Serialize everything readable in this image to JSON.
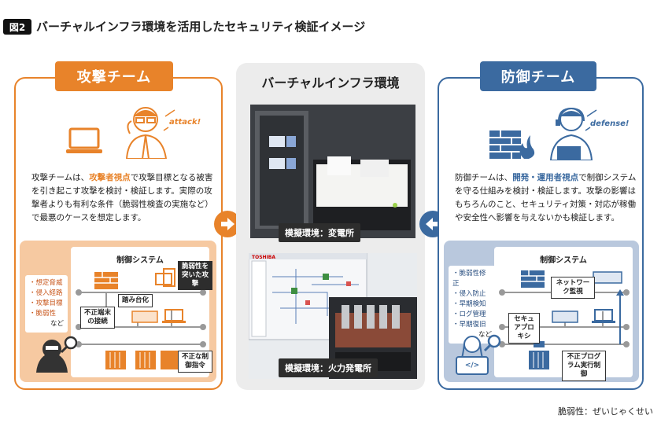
{
  "figure": {
    "badge": "図2",
    "title": "バーチャルインフラ環境を活用したセキュリティ検証イメージ"
  },
  "attack": {
    "label": "攻撃チーム",
    "bubble": "attack!",
    "text_pre": "攻撃チームは、",
    "text_hl": "攻撃者視点",
    "text_post": "で攻撃目標となる被害を引き起こす攻撃を検討・検証します。実際の攻撃者よりも有利な条件（脆弱性検査の実施など）で最悪のケースを想定します。",
    "control_title": "制御システム",
    "list": [
      "・想定脅威",
      "・侵入経路",
      "・攻撃目標",
      "・脆弱性"
    ],
    "list_suffix": "など",
    "tags": {
      "vuln": "脆弱性を突いた攻撃",
      "foothold": "踏み台化",
      "unauthorized_terminal": "不正端末の接続",
      "unauthorized_command": "不正な制御指令"
    }
  },
  "center": {
    "title": "バーチャルインフラ環境",
    "caption1": "模擬環境：変電所",
    "caption2": "模擬環境：火力発電所",
    "screen_brand": "TOSHIBA"
  },
  "defense": {
    "label": "防御チーム",
    "bubble": "defense!",
    "text_pre": "防御チームは、",
    "text_hl": "開発・運用者視点",
    "text_post": "で制御システムを守る仕組みを検討・検証します。攻撃の影響はもちろんのこと、セキュリティ対策・対応が稼働や安全性へ影響を与えないかも検証します。",
    "control_title": "制御システム",
    "list": [
      "・脆弱性修正",
      "・侵入防止",
      "・早期検知",
      "・ログ管理",
      "・早期復旧"
    ],
    "list_suffix": "など",
    "tags": {
      "network": "ネットワーク監視",
      "proxy": "セキュアプロキシ",
      "program": "不正プログラム実行制御"
    },
    "code_icon": "</>"
  },
  "note": "脆弱性：ぜいじゃくせい",
  "colors": {
    "attack": "#e8832a",
    "defense": "#3b6aa0",
    "center_bg": "#ececec"
  }
}
